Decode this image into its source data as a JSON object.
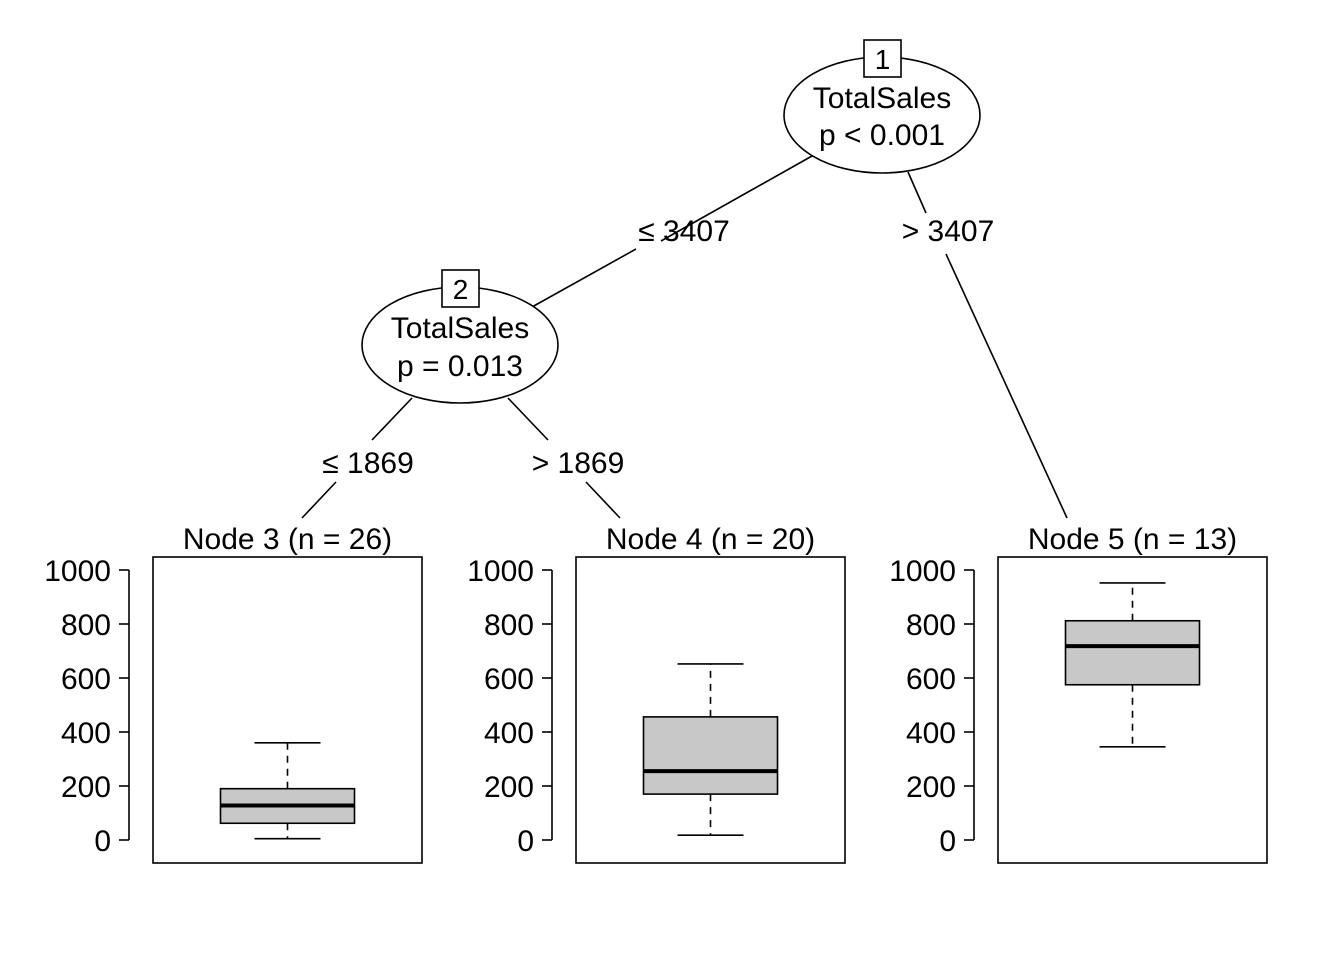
{
  "tree": {
    "inner_nodes": [
      {
        "id": "1",
        "variable": "TotalSales",
        "pvalue": "p < 0.001"
      },
      {
        "id": "2",
        "variable": "TotalSales",
        "pvalue": "p = 0.013"
      }
    ],
    "edges": [
      {
        "label": "≤ 3407"
      },
      {
        "label": "> 3407"
      },
      {
        "label": "≤ 1869"
      },
      {
        "label": "> 1869"
      }
    ]
  },
  "chart_data": [
    {
      "type": "boxplot",
      "title": "Node 3 (n = 26)",
      "ylim": [
        0,
        1000
      ],
      "yticks": [
        "0",
        "200",
        "400",
        "600",
        "800",
        "1000"
      ],
      "stats": {
        "min": 5,
        "q1": 62,
        "median": 128,
        "q3": 190,
        "max": 360
      }
    },
    {
      "type": "boxplot",
      "title": "Node 4 (n = 20)",
      "ylim": [
        0,
        1000
      ],
      "yticks": [
        "0",
        "200",
        "400",
        "600",
        "800",
        "1000"
      ],
      "stats": {
        "min": 18,
        "q1": 170,
        "median": 255,
        "q3": 456,
        "max": 652
      }
    },
    {
      "type": "boxplot",
      "title": "Node 5 (n = 13)",
      "ylim": [
        0,
        1000
      ],
      "yticks": [
        "0",
        "200",
        "400",
        "600",
        "800",
        "1000"
      ],
      "stats": {
        "min": 345,
        "q1": 575,
        "median": 718,
        "q3": 812,
        "max": 952
      }
    }
  ]
}
